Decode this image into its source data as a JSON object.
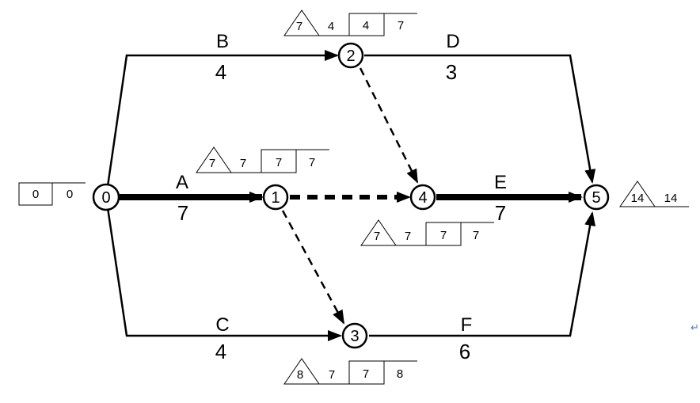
{
  "nodes": [
    {
      "id": "0",
      "label": "0"
    },
    {
      "id": "1",
      "label": "1"
    },
    {
      "id": "2",
      "label": "2"
    },
    {
      "id": "3",
      "label": "3"
    },
    {
      "id": "4",
      "label": "4"
    },
    {
      "id": "5",
      "label": "5"
    }
  ],
  "activities": [
    {
      "id": "A",
      "name": "A",
      "duration": "7"
    },
    {
      "id": "B",
      "name": "B",
      "duration": "4"
    },
    {
      "id": "C",
      "name": "C",
      "duration": "4"
    },
    {
      "id": "D",
      "name": "D",
      "duration": "3"
    },
    {
      "id": "E",
      "name": "E",
      "duration": "7"
    },
    {
      "id": "F",
      "name": "F",
      "duration": "6"
    }
  ],
  "time_params": {
    "node0": {
      "box1": "0",
      "box2": "0"
    },
    "node1": {
      "tri": "7",
      "v1": "7",
      "box1": "7",
      "box2": "7"
    },
    "node2": {
      "tri": "7",
      "v1": "4",
      "box1": "4",
      "box2": "7"
    },
    "node3": {
      "tri": "8",
      "v1": "7",
      "box1": "7",
      "box2": "8"
    },
    "node4": {
      "tri": "7",
      "v1": "7",
      "box1": "7",
      "box2": "7"
    },
    "node5": {
      "tri": "14",
      "v1": "14"
    }
  },
  "marks": {
    "return_symbol": "↵"
  }
}
